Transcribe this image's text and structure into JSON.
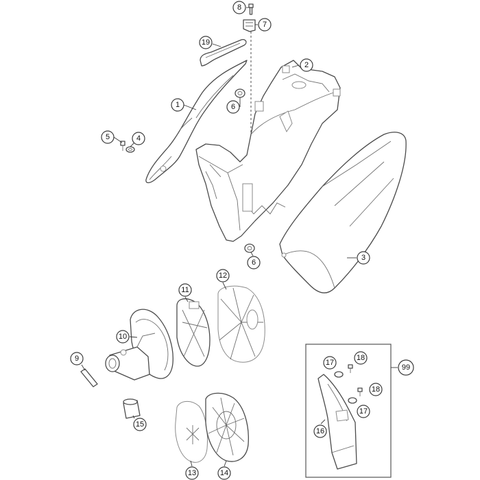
{
  "callouts": {
    "c1": "1",
    "c2": "2",
    "c3": "3",
    "c4": "4",
    "c5": "5",
    "c6a": "6",
    "c6b": "6",
    "c7": "7",
    "c8": "8",
    "c9": "9",
    "c10": "10",
    "c11": "11",
    "c12": "12",
    "c13": "13",
    "c14": "14",
    "c15": "15",
    "c16": "16",
    "c17a": "17",
    "c17b": "17",
    "c18a": "18",
    "c18b": "18",
    "c19": "19",
    "c99": "99"
  }
}
